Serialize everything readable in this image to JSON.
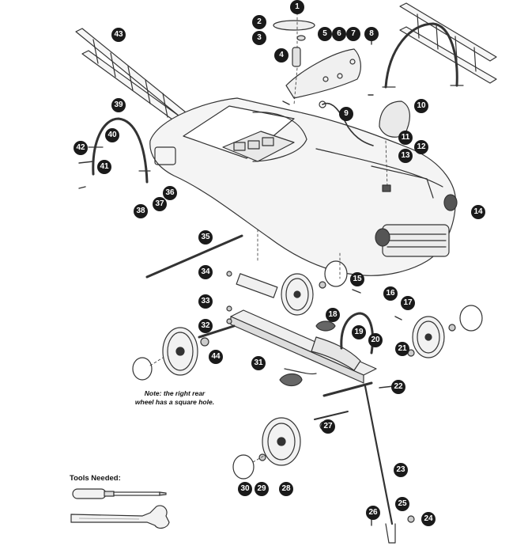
{
  "callouts": {
    "c1": "1",
    "c2": "2",
    "c3": "3",
    "c4": "4",
    "c5": "5",
    "c6": "6",
    "c7": "7",
    "c8": "8",
    "c9": "9",
    "c10": "10",
    "c11": "11",
    "c12": "12",
    "c13": "13",
    "c14": "14",
    "c15": "15",
    "c16": "16",
    "c17": "17",
    "c18": "18",
    "c19": "19",
    "c20": "20",
    "c21": "21",
    "c22": "22",
    "c23": "23",
    "c24": "24",
    "c25": "25",
    "c26": "26",
    "c27": "27",
    "c28": "28",
    "c29": "29",
    "c30": "30",
    "c31": "31",
    "c32": "32",
    "c33": "33",
    "c34": "34",
    "c35": "35",
    "c36": "36",
    "c37": "37",
    "c38": "38",
    "c39": "39",
    "c40": "40",
    "c41": "41",
    "c42": "42",
    "c43": "43",
    "c44": "44"
  },
  "note": {
    "line1": "Note: the right rear",
    "line2": "wheel has a square hole."
  },
  "tools": {
    "title": "Tools Needed:",
    "items": [
      "screwdriver-icon",
      "adjustable-wrench-icon"
    ]
  },
  "colors": {
    "ink": "#1a1a1a",
    "outline": "#333333",
    "body_fill": "#f4f4f4"
  }
}
